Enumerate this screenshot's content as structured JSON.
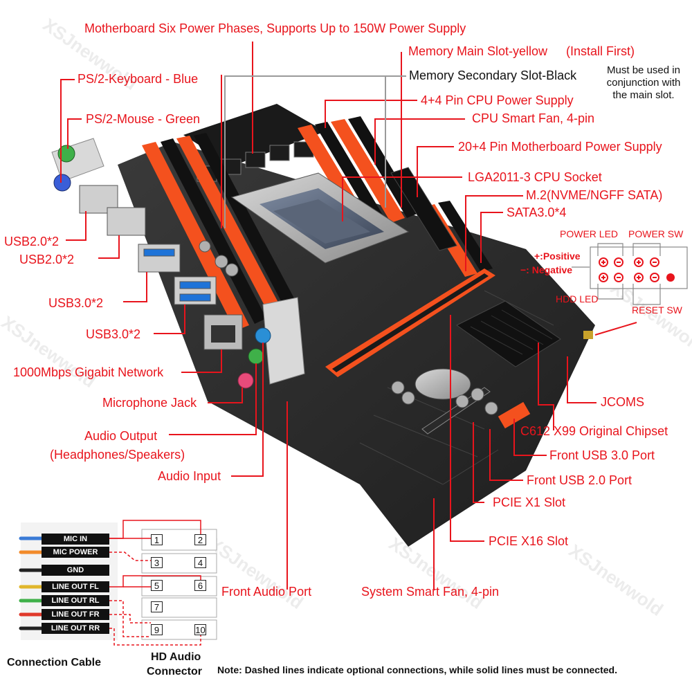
{
  "colors": {
    "label_red": "#e8141c",
    "line_red": "#e8141c",
    "line_grey": "#9a9a9a",
    "pcb": "#2b2b2b",
    "ram_slot": "#f4511e",
    "usb3_blue": "#1e73d8",
    "audio_blue": "#2a8fd6",
    "audio_green": "#3fb049",
    "audio_pink": "#e84b7a"
  },
  "labels": {
    "power_phases": "Motherboard Six Power Phases, Supports Up to 150W Power Supply",
    "mem_main": "Memory Main Slot-yellow",
    "mem_main_note": "(Install First)",
    "mem_secondary": "Memory Secondary Slot-Black",
    "mem_secondary_note": "Must be used in conjunction with the main slot.",
    "cpu_power": "4+4 Pin CPU Power Supply",
    "cpu_fan": "CPU Smart Fan, 4-pin",
    "mb_power": "20+4 Pin Motherboard Power Supply",
    "cpu_socket": "LGA2011-3 CPU Socket",
    "m2": "M.2(NVME/NGFF SATA)",
    "sata": "SATA3.0*4",
    "ps2_kb": "PS/2-Keyboard - Blue",
    "ps2_mouse": "PS/2-Mouse - Green",
    "usb20_a": "USB2.0*2",
    "usb20_b": "USB2.0*2",
    "usb30_a": "USB3.0*2",
    "usb30_b": "USB3.0*2",
    "lan": "1000Mbps Gigabit Network",
    "mic": "Microphone Jack",
    "audio_out_1": "Audio Output",
    "audio_out_2": "(Headphones/Speakers)",
    "audio_in": "Audio Input",
    "front_audio": "Front Audio Port",
    "sys_fan": "System Smart Fan, 4-pin",
    "pcie16": "PCIE X16 Slot",
    "pcie1": "PCIE X1 Slot",
    "front_usb2": "Front USB 2.0 Port",
    "front_usb3": "Front USB 3.0 Port",
    "chipset": "C612 X99 Original Chipset",
    "jcoms": "JCOMS"
  },
  "front_panel": {
    "power_led": "POWER LED",
    "power_sw": "POWER SW",
    "hdd_led": "HDD LED",
    "reset_sw": "RESET SW",
    "positive": "+:Positive",
    "negative": "−: Negative"
  },
  "audio_connector": {
    "wires": [
      "MIC IN",
      "MIC POWER",
      "GND",
      "LINE OUT FL",
      "LINE OUT RL",
      "LINE OUT FR",
      "LINE OUT RR"
    ],
    "pins": [
      "1",
      "2",
      "3",
      "4",
      "5",
      "6",
      "7",
      "9",
      "10"
    ],
    "cable_caption": "Connection Cable",
    "hd_caption_1": "HD Audio",
    "hd_caption_2": "Connector"
  },
  "note": "Note: Dashed lines indicate optional connections, while solid lines must be connected.",
  "watermark": "XSJnewwold"
}
